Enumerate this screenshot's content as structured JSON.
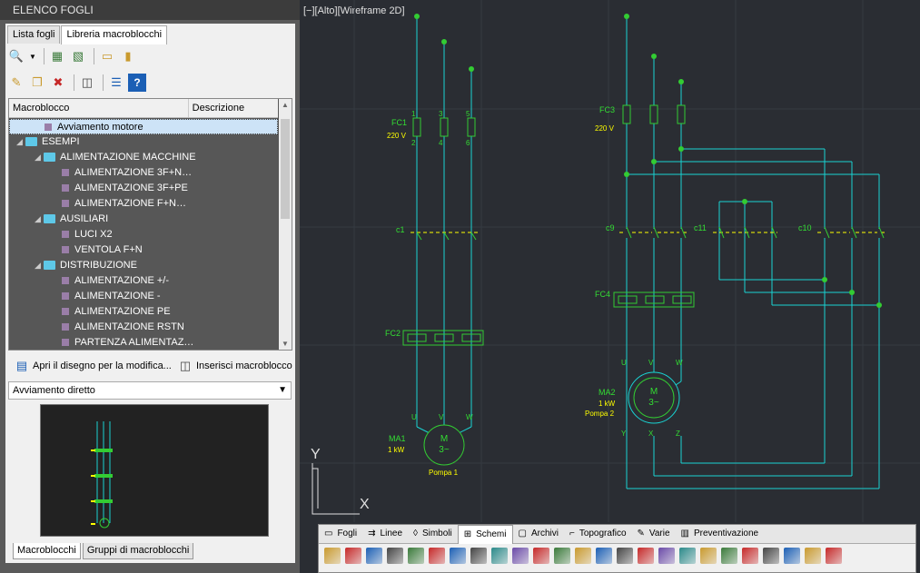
{
  "palette": {
    "title": "ELENCO FOGLI",
    "tabs": [
      "Lista fogli",
      "Libreria macroblocchi"
    ],
    "tree_headers": [
      "Macroblocco",
      "Descrizione"
    ],
    "tree": [
      {
        "label": "Avviamento motore",
        "level": 1,
        "kind": "node",
        "selected": true
      },
      {
        "label": "ESEMPI",
        "level": 0,
        "kind": "folder"
      },
      {
        "label": "ALIMENTAZIONE MACCHINE",
        "level": 1,
        "kind": "folder"
      },
      {
        "label": "ALIMENTAZIONE 3F+N…",
        "level": 2,
        "kind": "node"
      },
      {
        "label": "ALIMENTAZIONE 3F+PE",
        "level": 2,
        "kind": "node"
      },
      {
        "label": "ALIMENTAZIONE F+N…",
        "level": 2,
        "kind": "node"
      },
      {
        "label": "AUSILIARI",
        "level": 1,
        "kind": "folder"
      },
      {
        "label": "LUCI X2",
        "level": 2,
        "kind": "node"
      },
      {
        "label": "VENTOLA F+N",
        "level": 2,
        "kind": "node"
      },
      {
        "label": "DISTRIBUZIONE",
        "level": 1,
        "kind": "folder"
      },
      {
        "label": "ALIMENTAZIONE +/-",
        "level": 2,
        "kind": "node"
      },
      {
        "label": "ALIMENTAZIONE -",
        "level": 2,
        "kind": "node"
      },
      {
        "label": "ALIMENTAZIONE PE",
        "level": 2,
        "kind": "node"
      },
      {
        "label": "ALIMENTAZIONE RSTN",
        "level": 2,
        "kind": "node"
      },
      {
        "label": "PARTENZA ALIMENTAZ…",
        "level": 2,
        "kind": "node"
      }
    ],
    "open_drawing_label": "Apri il disegno per la modifica...",
    "insert_label": "Inserisci macroblocco",
    "combo_value": "Avviamento diretto",
    "bottom_tabs": [
      "Macroblocchi",
      "Gruppi di macroblocchi"
    ]
  },
  "drawing": {
    "view_label": "[−][Alto][Wireframe 2D]",
    "axis_y": "Y",
    "axis_x": "X",
    "labels": {
      "fc1": "FC1",
      "fc1_v": "220 V",
      "fc3": "FC3",
      "fc3_v": "220 V",
      "c1": "c1",
      "c9": "c9",
      "c11": "c11",
      "c10": "c10",
      "fc2": "FC2",
      "fc4": "FC4",
      "ma1": "MA1",
      "ma1_kw": "1 kW",
      "ma1_name": "Pompa 1",
      "ma2": "MA2",
      "ma2_kw": "1 kW",
      "ma2_name": "Pompa 2",
      "motor_m": "M",
      "motor_3": "3~",
      "u": "U",
      "v": "V",
      "w": "W",
      "x": "X",
      "y": "Y",
      "z": "Z",
      "t1": "1",
      "t2": "2",
      "t3": "3",
      "t4": "4",
      "t5": "5",
      "t6": "6"
    }
  },
  "bottom_toolbar": {
    "tabs": [
      "Fogli",
      "Linee",
      "Simboli",
      "Schemi",
      "Archivi",
      "Topografico",
      "Varie",
      "Preventivazione"
    ],
    "active_tab": "Schemi"
  },
  "colors": {
    "wire": "#19d3d3",
    "green": "#33cc33",
    "yellow": "#ffff00",
    "text_green": "#33dd33"
  }
}
